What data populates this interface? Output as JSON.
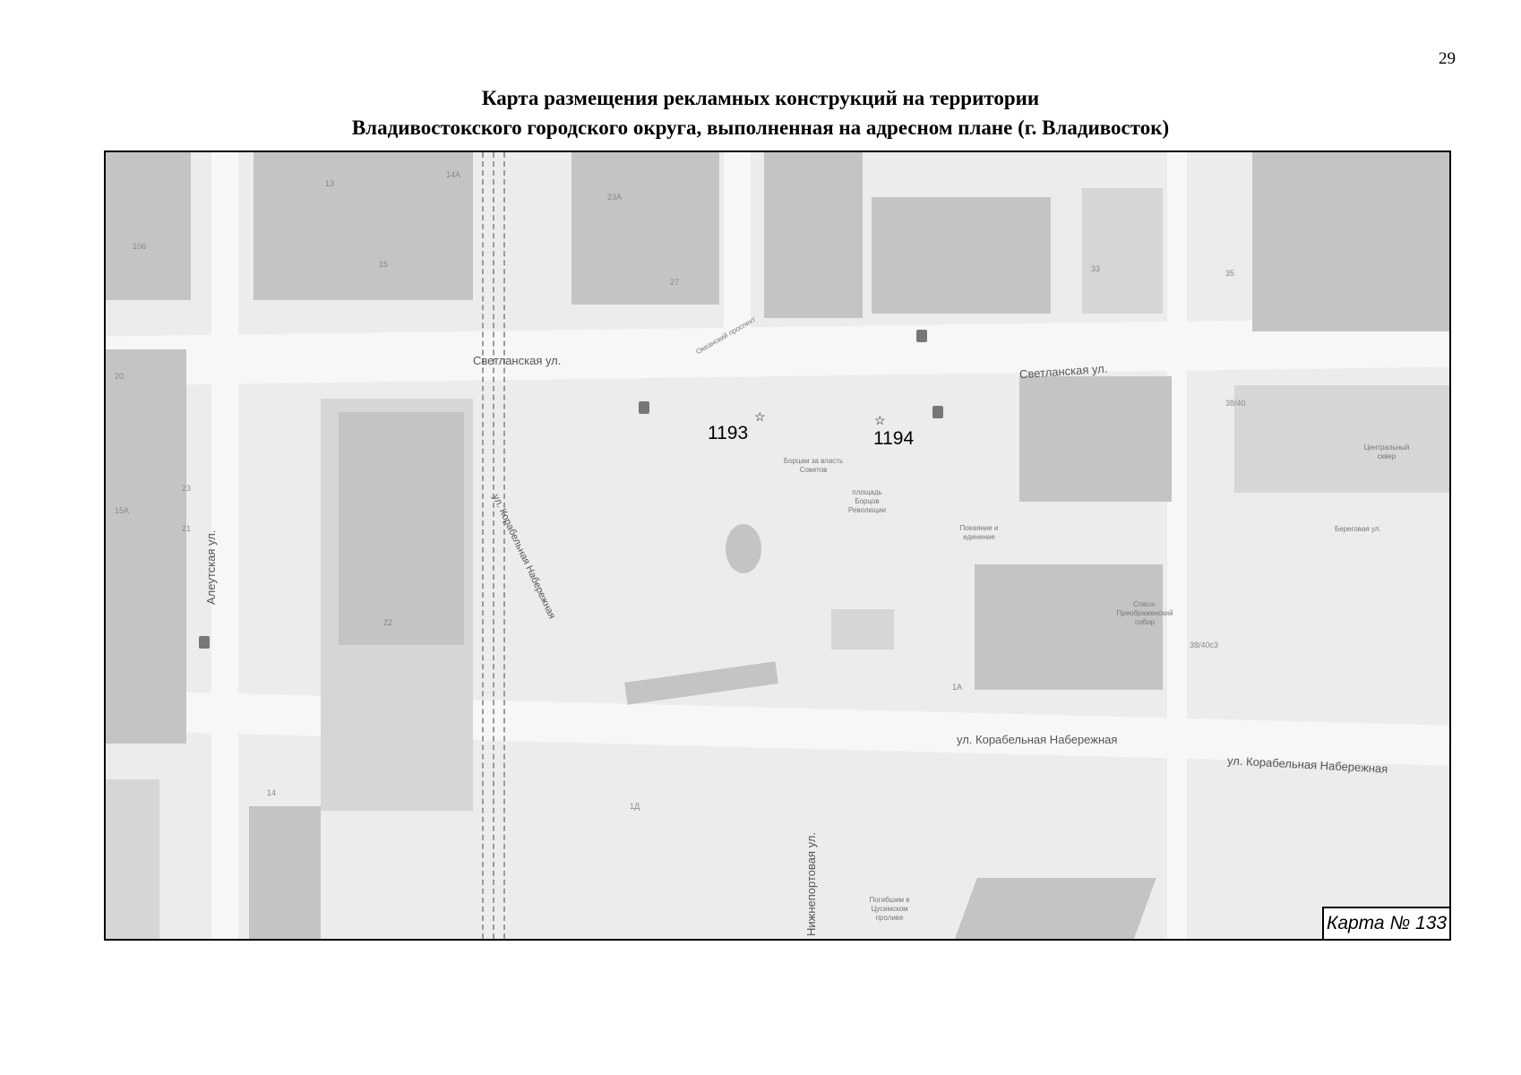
{
  "page_number": "29",
  "title_line1": "Карта размещения рекламных конструкций на территории",
  "title_line2": "Владивостокского городского округа, выполненная на адресном плане (г. Владивосток)",
  "map": {
    "markers": [
      {
        "id": "1193",
        "icon": "star-icon"
      },
      {
        "id": "1194",
        "icon": "star-icon"
      }
    ],
    "streets": {
      "svetlanskaya_left": "Светланская ул.",
      "svetlanskaya_right": "Светланская ул.",
      "aleutskaya": "Алеутская ул.",
      "korabelnaya_diag": "ул. Корабельная Набережная",
      "korabelnaya_1": "ул. Корабельная Набережная",
      "korabelnaya_2": "ул. Корабельная Набережная",
      "nizhneportovaya": "Нижнепортовая ул.",
      "beregovaya": "Береговая ул.",
      "okeansky": "Океанский проспект"
    },
    "places": {
      "monument": "Борцам за власть Советов",
      "square": "площадь Борцов Революции",
      "repentance": "Покаяние и единение",
      "cathedral": "Спасо-Преображенский собор",
      "central_square": "Центральный сквер",
      "tsushima": "Погибшим в Цусимском проливе"
    },
    "house_numbers": [
      "106",
      "15",
      "14А",
      "13",
      "23А",
      "27",
      "33",
      "35",
      "38/40",
      "20",
      "23",
      "21",
      "15А",
      "22",
      "38/40с3",
      "1А",
      "1Д",
      "14"
    ],
    "map_label": "Карта № 133"
  }
}
